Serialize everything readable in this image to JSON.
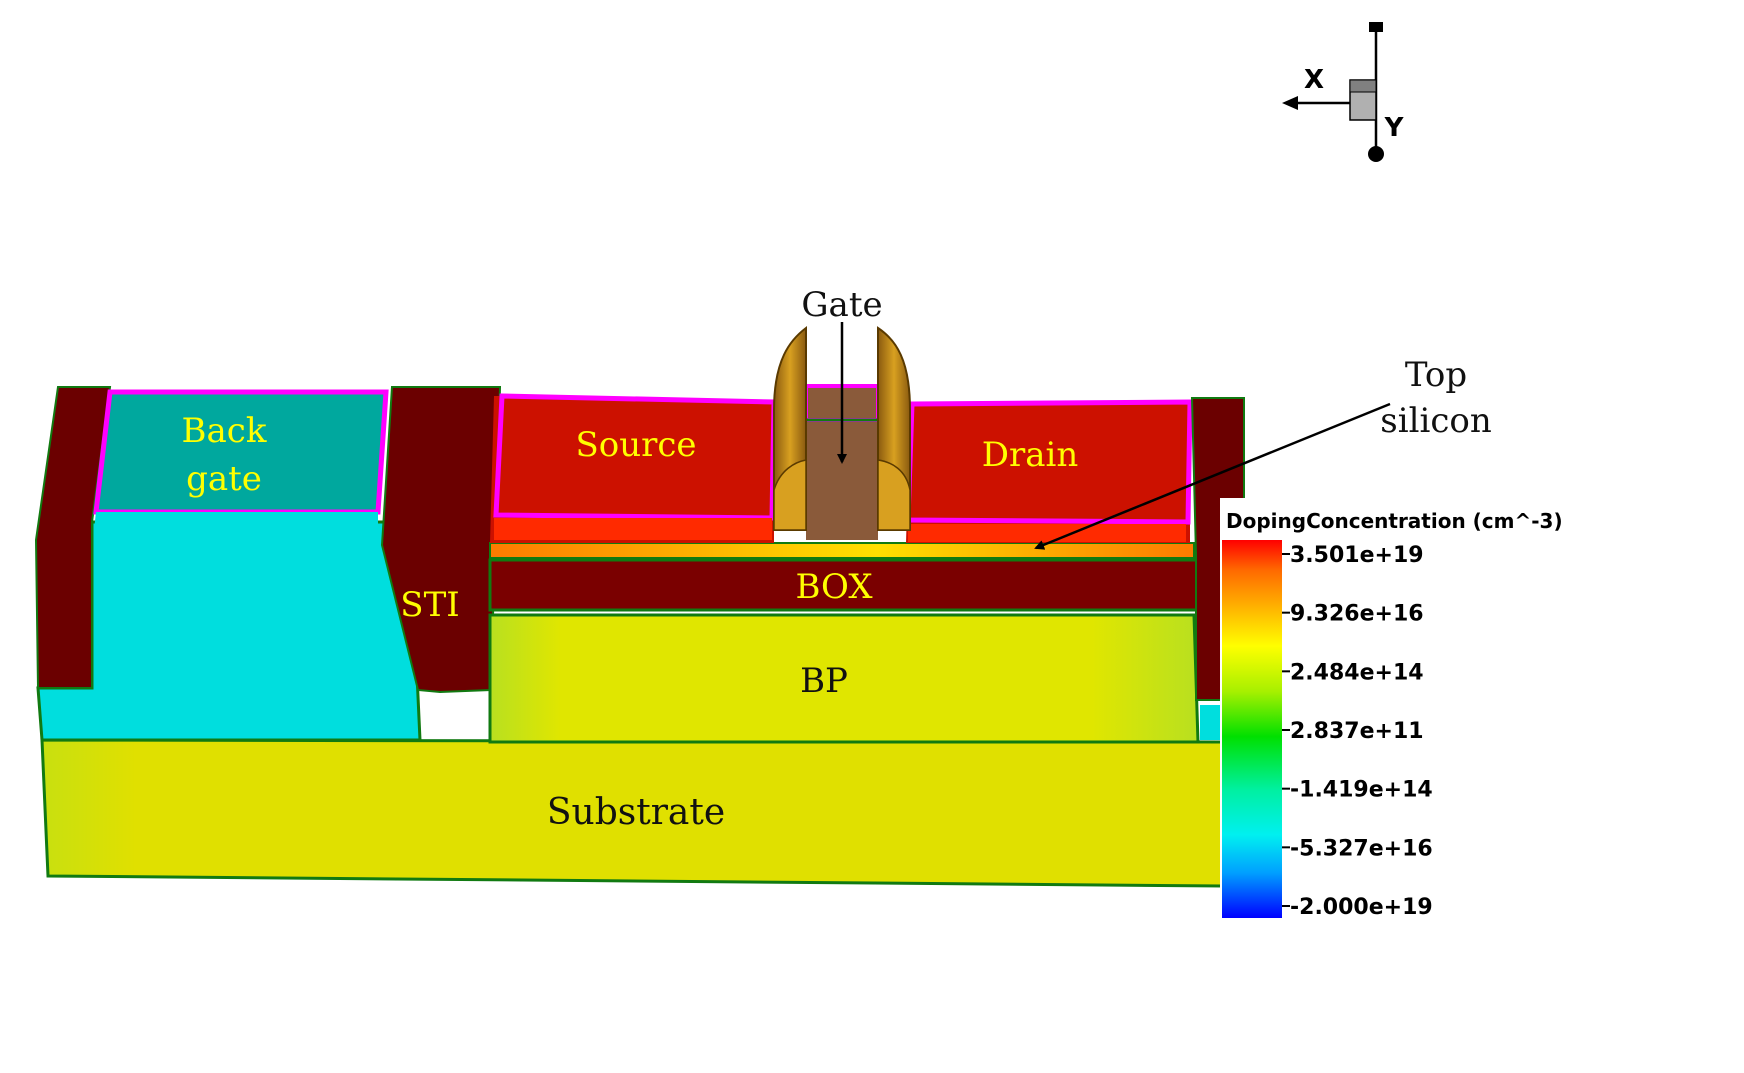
{
  "labels": {
    "back_gate_line1": "Back",
    "back_gate_line2": "gate",
    "source": "Source",
    "drain": "Drain",
    "gate": "Gate",
    "sti": "STI",
    "box": "BOX",
    "bp": "BP",
    "substrate": "Substrate",
    "top_silicon_line1": "Top",
    "top_silicon_line2": "silicon"
  },
  "axes_triad": {
    "x_label": "X",
    "y_label": "Y"
  },
  "legend": {
    "title": "DopingConcentration (cm^-3)",
    "ticks": [
      "3.501e+19",
      "9.326e+16",
      "2.484e+14",
      "2.837e+11",
      "-1.419e+14",
      "-5.327e+16",
      "-2.000e+19"
    ]
  },
  "colors": {
    "heavy_n": "#cc1100",
    "dark_red": "#6b0000",
    "box": "#7a0000",
    "cyan": "#00dede",
    "teal": "#00a89e",
    "yellow": "#e0e000",
    "yellow_green": "#c8e010",
    "outline_green": "#117a11",
    "magenta": "#ff00ff",
    "gate_brown": "#8a5a3a",
    "spacer_gold": "#c89010",
    "label_yellow": "#ffff00",
    "label_dark": "#111111"
  }
}
